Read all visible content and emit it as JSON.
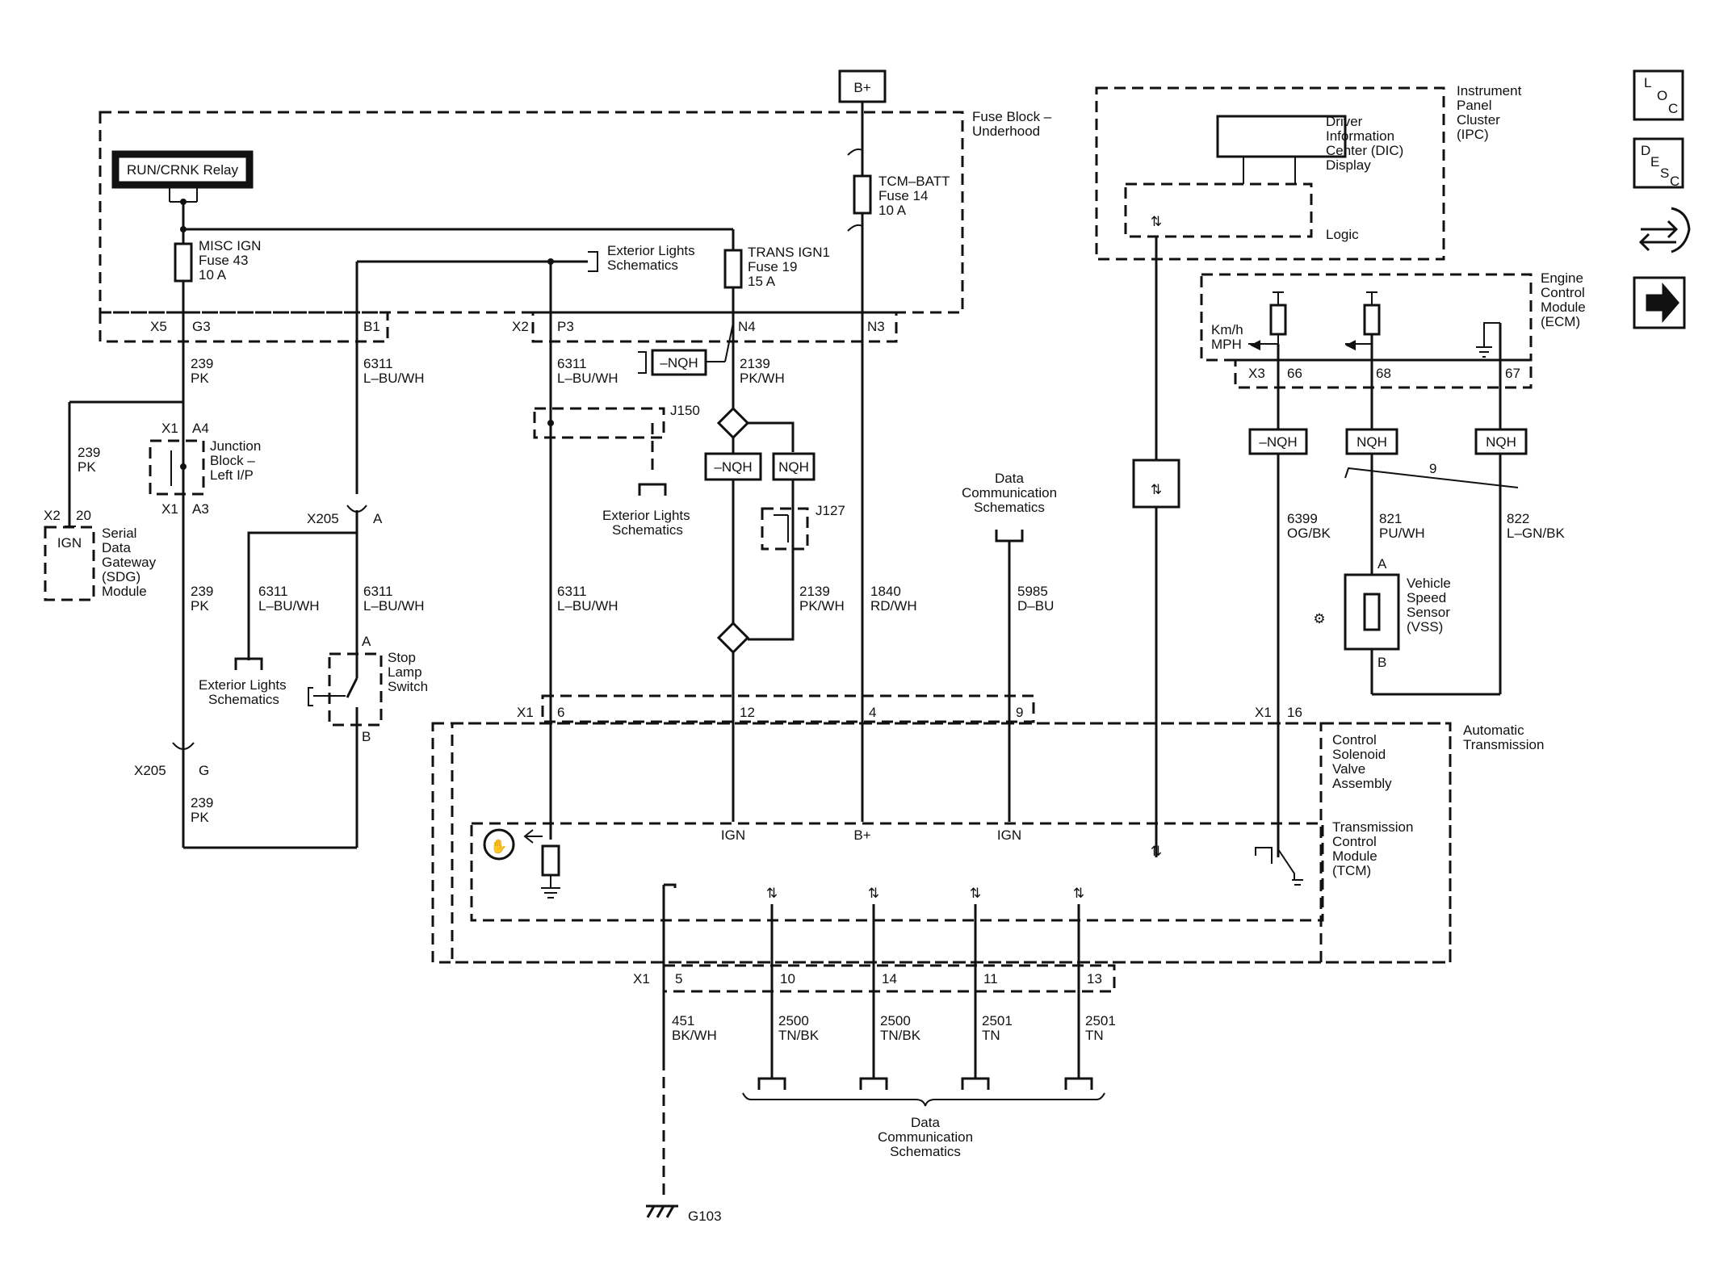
{
  "battery": {
    "label": "B+"
  },
  "fuse_block": {
    "label_1": "Fuse Block –",
    "label_2": "Underhood"
  },
  "relay": {
    "label": "RUN/CRNK Relay"
  },
  "fuses": {
    "misc": [
      "MISC IGN",
      "Fuse 43",
      "10 A"
    ],
    "trans": [
      "TRANS IGN1",
      "Fuse 19",
      "15 A"
    ],
    "tcm_batt": [
      "TCM–BATT",
      "Fuse 14",
      "10 A"
    ]
  },
  "exterior_lights": [
    "Exterior Lights",
    "Schematics"
  ],
  "data_comm": [
    "Data",
    "Communication",
    "Schematics"
  ],
  "connectors": {
    "x5": "X5",
    "g3": "G3",
    "b1": "B1",
    "x2": "X2",
    "p3": "P3",
    "n4": "N4",
    "n3": "N3",
    "x1": "X1",
    "a4": "A4",
    "a3": "A3",
    "x205": "X205",
    "a": "A",
    "b": "B",
    "g": "G",
    "x2_sdg": "X2",
    "pin_20": "20",
    "j150": "J150",
    "j127": "J127",
    "nqh": "NQH",
    "minus_nqh": "–NQH",
    "tcm_pins": [
      "6",
      "12",
      "4",
      "9",
      "16"
    ],
    "bottom_pins": [
      "5",
      "10",
      "14",
      "11",
      "13"
    ],
    "x3": "X3",
    "ecm_pins": [
      "66",
      "68",
      "67"
    ],
    "nine": "9"
  },
  "wires": {
    "w239": [
      "239",
      "PK"
    ],
    "w6311": [
      "6311",
      "L–BU/WH"
    ],
    "w2139": [
      "2139",
      "PK/WH"
    ],
    "w1840": [
      "1840",
      "RD/WH"
    ],
    "w5985": [
      "5985",
      "D–BU"
    ],
    "w6399": [
      "6399",
      "OG/BK"
    ],
    "w821": [
      "821",
      "PU/WH"
    ],
    "w822": [
      "822",
      "L–GN/BK"
    ],
    "w451": [
      "451",
      "BK/WH"
    ],
    "w2500": [
      "2500",
      "TN/BK"
    ],
    "w2501": [
      "2501",
      "TN"
    ]
  },
  "junction_block": [
    "Junction",
    "Block –",
    "Left I/P"
  ],
  "sdg": [
    "IGN",
    "Serial",
    "Data",
    "Gateway",
    "(SDG)",
    "Module"
  ],
  "stop_lamp": [
    "Stop",
    "Lamp",
    "Switch"
  ],
  "ipc": [
    "Instrument",
    "Panel",
    "Cluster",
    "(IPC)"
  ],
  "dic": [
    "Driver",
    "Information",
    "Center (DIC)",
    "Display"
  ],
  "logic": "Logic",
  "ecm": [
    "Engine",
    "Control",
    "Module",
    "(ECM)"
  ],
  "kmh": [
    "Km/h",
    "MPH"
  ],
  "vss": [
    "Vehicle",
    "Speed",
    "Sensor",
    "(VSS)"
  ],
  "auto_trans": [
    "Automatic",
    "Transmission"
  ],
  "csva": [
    "Control",
    "Solenoid",
    "Valve",
    "Assembly"
  ],
  "tcm": [
    "Transmission",
    "Control",
    "Module",
    "(TCM)"
  ],
  "tcm_labels": {
    "ign1": "IGN",
    "bplus": "B+",
    "ign2": "IGN"
  },
  "ground": "G103",
  "side_buttons": {
    "loc": [
      "L",
      "O",
      "C"
    ],
    "desc": [
      "D",
      "E",
      "S",
      "C"
    ],
    "repair_icon": "wrench-arrows-icon",
    "next_icon": "arrow-right-icon"
  }
}
